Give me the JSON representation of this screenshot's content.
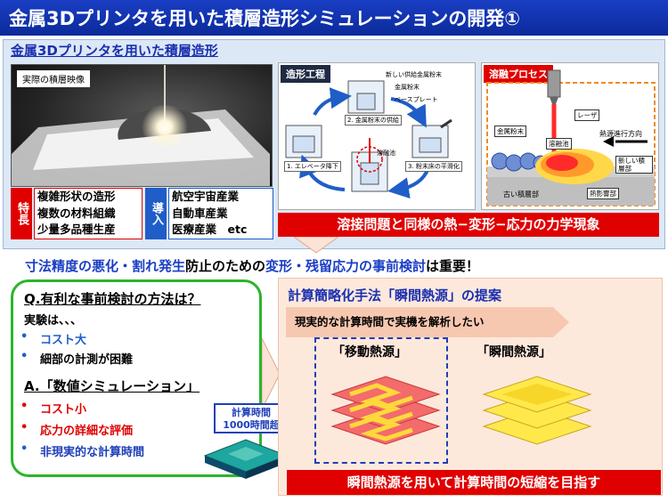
{
  "title": "金属3Dプリンタを用いた積層造形シミュレーションの開発①",
  "top": {
    "heading": "金属3Dプリンタを用いた積層造形",
    "photo_label": "実際の積層映像",
    "feature_tag": "特長",
    "features": [
      "複雑形状の造形",
      "複数の材料組織",
      "少量多品種生産"
    ],
    "intro_tag": "導入",
    "industries": [
      "航空宇宙産業",
      "自動車産業",
      "医療産業　etc"
    ],
    "process_label": "造形工程",
    "process_parts": [
      "新しい供給金属粉末",
      "金属粉末",
      "ベースプレート",
      "溶融池"
    ],
    "steps": [
      "2. 金属粉末の供給",
      "1. エレベータ降下",
      "3. 粉末床の平滑化"
    ],
    "melt_label": "溶融プロセス",
    "melt_parts": [
      "レーザ",
      "金属粉末",
      "溶融池",
      "熱源進行方向",
      "新しい積層部",
      "古い積層部",
      "熱影響部"
    ],
    "problem": "溶接問題と同様の熱−変形−応力の力学現象"
  },
  "statement": {
    "part1": "寸法精度の悪化・割れ発生",
    "part2": "防止のための",
    "part3": "変形・残留応力の事前検討",
    "part4": "は重要！"
  },
  "qa": {
    "question": "Q.有利な事前検討の方法は？",
    "experiment": "実験は、、、",
    "exp_items": [
      "コスト大",
      "細部の計測が困難"
    ],
    "answer": "A.「数値シミュレーション」",
    "sim_items": [
      "コスト小",
      "応力の詳細な評価",
      "非現実的な計算時間"
    ],
    "calc_time": "計算時間",
    "calc_value": "1000時間超"
  },
  "proposal": {
    "heading": "計算簡略化手法「瞬間熱源」の提案",
    "sub": "現実的な計算時間で実機を解析したい",
    "moving": "「移動熱源」",
    "instant": "「瞬間熱源」",
    "result": "瞬間熱源を用いて計算時間の短縮を目指す"
  },
  "colors": {
    "title_bg": "#0b2a9a",
    "accent_red": "#e00000",
    "accent_blue": "#1a3ec4",
    "bubble_green": "#2cb52c",
    "panel_blue": "#dce8f6",
    "panel_pink": "#fde9dc"
  }
}
